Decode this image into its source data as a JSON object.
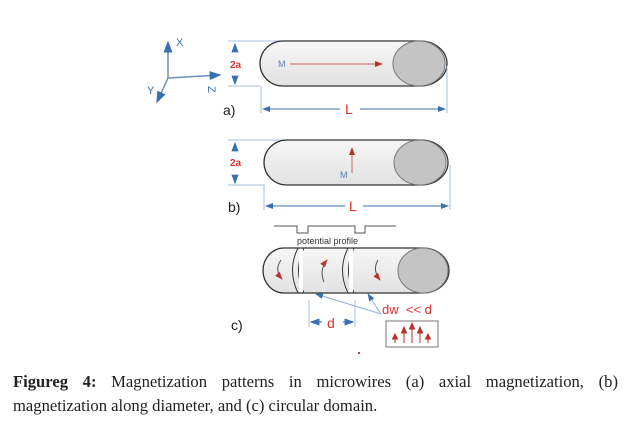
{
  "figure": {
    "axes": {
      "x_label": "X",
      "y_label": "Y",
      "z_label": "Z"
    },
    "panel_a": {
      "label": "a)",
      "diameter_label": "2a",
      "length_label": "L",
      "magnetization_label": "M"
    },
    "panel_b": {
      "label": "b)",
      "diameter_label": "2a",
      "length_label": "L",
      "magnetization_label": "M"
    },
    "panel_c": {
      "label": "c)",
      "profile_label": "potential profile",
      "domain_spacing_label": "d",
      "relation_label": "dw  << d"
    },
    "colors": {
      "annotation_blue": "#3a6fb0",
      "label_red": "#e03030",
      "arrow_red": "#b8322a",
      "wire_fill": "#ececec",
      "end_cap": "#c4c4c4",
      "outline": "#333333"
    }
  },
  "caption": {
    "label": "Figureg 4:",
    "text": " Magnetization patterns in microwires (a) axial magnetization, (b) magnetization along diameter, and (c) circular domain."
  }
}
